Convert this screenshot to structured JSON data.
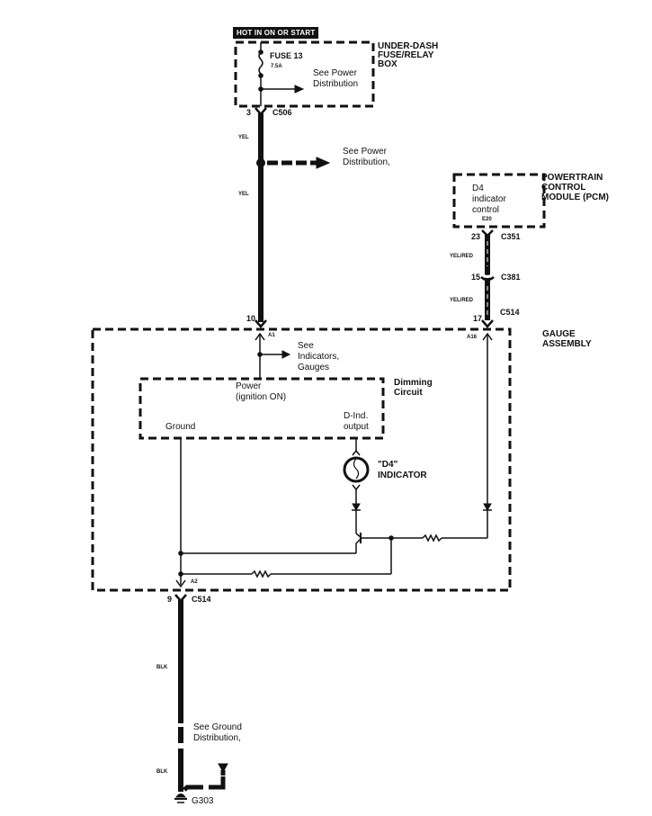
{
  "diagram": {
    "type": "automotive wiring schematic",
    "subject": "D4 indicator circuit",
    "colors": {
      "ink": "#111111",
      "background": "#ffffff"
    }
  },
  "power_source": {
    "tag": "HOT IN ON OR START",
    "fuse_label": "FUSE 13",
    "fuse_rating": "7.5A",
    "fuse_box_label": [
      "UNDER-DASH",
      "FUSE/RELAY",
      "BOX"
    ],
    "see_power_1": [
      "See Power",
      "Distribution"
    ]
  },
  "connectors": {
    "c506": {
      "pin": "3",
      "name": "C506"
    },
    "c351": {
      "pin": "23",
      "name": "C351"
    },
    "c381": {
      "pin": "15",
      "name": "C381"
    },
    "c514_top_left": {
      "pin": "10"
    },
    "c514_top_right": {
      "pin": "17",
      "name": "C514"
    },
    "c514_bottom": {
      "pin": "9",
      "name": "C514"
    }
  },
  "wires": {
    "yel_1": "YEL",
    "yel_2": "YEL",
    "yelred_1": "YEL/RED",
    "yelred_2": "YEL/RED",
    "blk_1": "BLK",
    "blk_2": "BLK"
  },
  "splice_note": [
    "See Power",
    "Distribution,"
  ],
  "pcm": {
    "inner": [
      "D4",
      "indicator",
      "control"
    ],
    "terminal": "E20",
    "label": [
      "POWERTRAIN",
      "CONTROL",
      "MODULE (PCM)"
    ]
  },
  "gauge_assembly": {
    "label": [
      "GAUGE",
      "ASSEMBLY"
    ],
    "terminal_a1": "A1",
    "terminal_a16": "A16",
    "terminal_a2": "A2",
    "see_indicators": [
      "See",
      "Indicators,",
      "Gauges"
    ],
    "dimming": {
      "label": [
        "Dimming",
        "Circuit"
      ],
      "power": [
        "Power",
        "(ignition ON)"
      ],
      "ground": "Ground",
      "output": [
        "D-Ind.",
        "output"
      ]
    },
    "indicator": [
      "\"D4\"",
      "INDICATOR"
    ]
  },
  "ground": {
    "see_ground": [
      "See Ground",
      "Distribution,"
    ],
    "name": "G303"
  }
}
